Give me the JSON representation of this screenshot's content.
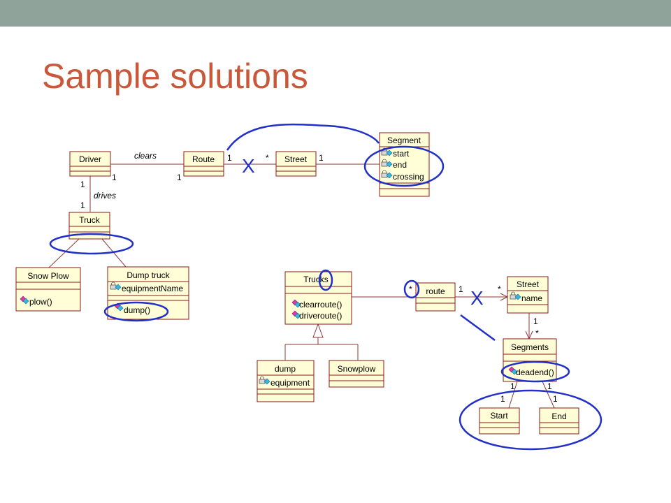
{
  "page": {
    "title": "Sample solutions",
    "colors": {
      "title": "#c9573a",
      "topbar": "#8fa39b",
      "class_fill": "#fffed6",
      "class_border": "#8b1a1a",
      "annotation": "#2030c8"
    }
  },
  "diagram1": {
    "classes": {
      "driver": {
        "name": "Driver"
      },
      "route": {
        "name": "Route"
      },
      "street": {
        "name": "Street"
      },
      "segment": {
        "name": "Segment",
        "attributes": [
          "start",
          "end",
          "crossing"
        ]
      },
      "truck": {
        "name": "Truck"
      },
      "snowplow": {
        "name": "Snow Plow",
        "operations": [
          "plow()"
        ]
      },
      "dumptruck": {
        "name": "Dump truck",
        "attributes": [
          "equipmentName"
        ],
        "operations": [
          "dump()"
        ]
      }
    },
    "associations": {
      "clears": {
        "label": "clears",
        "m1": "1",
        "m2": "1"
      },
      "route_street": {
        "m1": "1",
        "m2": "*"
      },
      "street_segment": {
        "m1": "1"
      },
      "drives": {
        "label": "drives",
        "m1": "1",
        "m2": "1"
      }
    },
    "x_mark": "X"
  },
  "diagram2": {
    "classes": {
      "trucks": {
        "name": "Trucks",
        "operations": [
          "clearroute()",
          "driveroute()"
        ]
      },
      "route": {
        "name": "route"
      },
      "street": {
        "name": "Street",
        "attributes": [
          "name"
        ]
      },
      "segments": {
        "name": "Segments",
        "operations": [
          "deadend()"
        ]
      },
      "dump": {
        "name": "dump",
        "attributes": [
          "equipment"
        ]
      },
      "snowplow": {
        "name": "Snowplow"
      },
      "start": {
        "name": "Start"
      },
      "end": {
        "name": "End"
      }
    },
    "associations": {
      "trucks_route": {
        "m1": "1",
        "m2": "*"
      },
      "route_street": {
        "m1": "1",
        "m2": "*"
      },
      "street_segments": {
        "m1": "1",
        "m2": "*"
      },
      "segments_start": {
        "m1": "1",
        "m2": "1"
      },
      "segments_end": {
        "m1": "1",
        "m2": "1"
      }
    },
    "x_mark": "X"
  },
  "icons": [
    "lock-attribute-icon",
    "operation-diamond-icon"
  ]
}
